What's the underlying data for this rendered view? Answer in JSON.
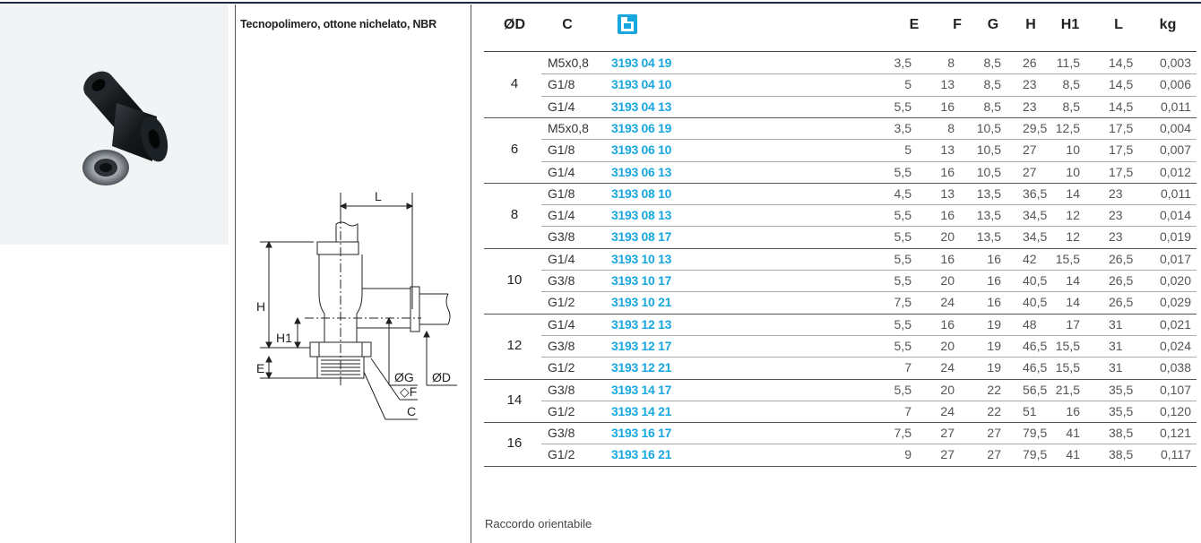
{
  "description": "Tecnopolimero, ottone nichelato, NBR",
  "note": "Raccordo orientabile",
  "colors": {
    "accent": "#19a7e0",
    "topline": "#1c2a4a"
  },
  "drawing_labels": {
    "L": "L",
    "H": "H",
    "H1": "H1",
    "E": "E",
    "G": "ØG",
    "D": "ØD",
    "F": "◇F",
    "C": "C"
  },
  "table": {
    "headers": {
      "d": "ØD",
      "c": "C",
      "code_icon": "tube-fitting-logo-icon",
      "e": "E",
      "f": "F",
      "g": "G",
      "h": "H",
      "h1": "H1",
      "l": "L",
      "kg": "kg"
    },
    "groups": [
      {
        "d": "4",
        "rows": [
          {
            "c": "M5x0,8",
            "code": "3193 04 19",
            "e": "3,5",
            "f": "8",
            "g": "8,5",
            "h": "26",
            "h1": "11,5",
            "l": "14,5",
            "kg": "0,003"
          },
          {
            "c": "G1/8",
            "code": "3193 04 10",
            "e": "5",
            "f": "13",
            "g": "8,5",
            "h": "23",
            "h1": "8,5",
            "l": "14,5",
            "kg": "0,006"
          },
          {
            "c": "G1/4",
            "code": "3193 04 13",
            "e": "5,5",
            "f": "16",
            "g": "8,5",
            "h": "23",
            "h1": "8,5",
            "l": "14,5",
            "kg": "0,011"
          }
        ]
      },
      {
        "d": "6",
        "rows": [
          {
            "c": "M5x0,8",
            "code": "3193 06 19",
            "e": "3,5",
            "f": "8",
            "g": "10,5",
            "h": "29,5",
            "h1": "12,5",
            "l": "17,5",
            "kg": "0,004"
          },
          {
            "c": "G1/8",
            "code": "3193 06 10",
            "e": "5",
            "f": "13",
            "g": "10,5",
            "h": "27",
            "h1": "10",
            "l": "17,5",
            "kg": "0,007"
          },
          {
            "c": "G1/4",
            "code": "3193 06 13",
            "e": "5,5",
            "f": "16",
            "g": "10,5",
            "h": "27",
            "h1": "10",
            "l": "17,5",
            "kg": "0,012"
          }
        ]
      },
      {
        "d": "8",
        "rows": [
          {
            "c": "G1/8",
            "code": "3193 08 10",
            "e": "4,5",
            "f": "13",
            "g": "13,5",
            "h": "36,5",
            "h1": "14",
            "l": "23",
            "kg": "0,011"
          },
          {
            "c": "G1/4",
            "code": "3193 08 13",
            "e": "5,5",
            "f": "16",
            "g": "13,5",
            "h": "34,5",
            "h1": "12",
            "l": "23",
            "kg": "0,014"
          },
          {
            "c": "G3/8",
            "code": "3193 08 17",
            "e": "5,5",
            "f": "20",
            "g": "13,5",
            "h": "34,5",
            "h1": "12",
            "l": "23",
            "kg": "0,019"
          }
        ]
      },
      {
        "d": "10",
        "rows": [
          {
            "c": "G1/4",
            "code": "3193 10 13",
            "e": "5,5",
            "f": "16",
            "g": "16",
            "h": "42",
            "h1": "15,5",
            "l": "26,5",
            "kg": "0,017"
          },
          {
            "c": "G3/8",
            "code": "3193 10 17",
            "e": "5,5",
            "f": "20",
            "g": "16",
            "h": "40,5",
            "h1": "14",
            "l": "26,5",
            "kg": "0,020"
          },
          {
            "c": "G1/2",
            "code": "3193 10 21",
            "e": "7,5",
            "f": "24",
            "g": "16",
            "h": "40,5",
            "h1": "14",
            "l": "26,5",
            "kg": "0,029"
          }
        ]
      },
      {
        "d": "12",
        "rows": [
          {
            "c": "G1/4",
            "code": "3193 12 13",
            "e": "5,5",
            "f": "16",
            "g": "19",
            "h": "48",
            "h1": "17",
            "l": "31",
            "kg": "0,021"
          },
          {
            "c": "G3/8",
            "code": "3193 12 17",
            "e": "5,5",
            "f": "20",
            "g": "19",
            "h": "46,5",
            "h1": "15,5",
            "l": "31",
            "kg": "0,024"
          },
          {
            "c": "G1/2",
            "code": "3193 12 21",
            "e": "7",
            "f": "24",
            "g": "19",
            "h": "46,5",
            "h1": "15,5",
            "l": "31",
            "kg": "0,038"
          }
        ]
      },
      {
        "d": "14",
        "rows": [
          {
            "c": "G3/8",
            "code": "3193 14 17",
            "e": "5,5",
            "f": "20",
            "g": "22",
            "h": "56,5",
            "h1": "21,5",
            "l": "35,5",
            "kg": "0,107"
          },
          {
            "c": "G1/2",
            "code": "3193 14 21",
            "e": "7",
            "f": "24",
            "g": "22",
            "h": "51",
            "h1": "16",
            "l": "35,5",
            "kg": "0,120"
          }
        ]
      },
      {
        "d": "16",
        "rows": [
          {
            "c": "G3/8",
            "code": "3193 16 17",
            "e": "7,5",
            "f": "27",
            "g": "27",
            "h": "79,5",
            "h1": "41",
            "l": "38,5",
            "kg": "0,121"
          },
          {
            "c": "G1/2",
            "code": "3193 16 21",
            "e": "9",
            "f": "27",
            "g": "27",
            "h": "79,5",
            "h1": "41",
            "l": "38,5",
            "kg": "0,117"
          }
        ]
      }
    ]
  }
}
